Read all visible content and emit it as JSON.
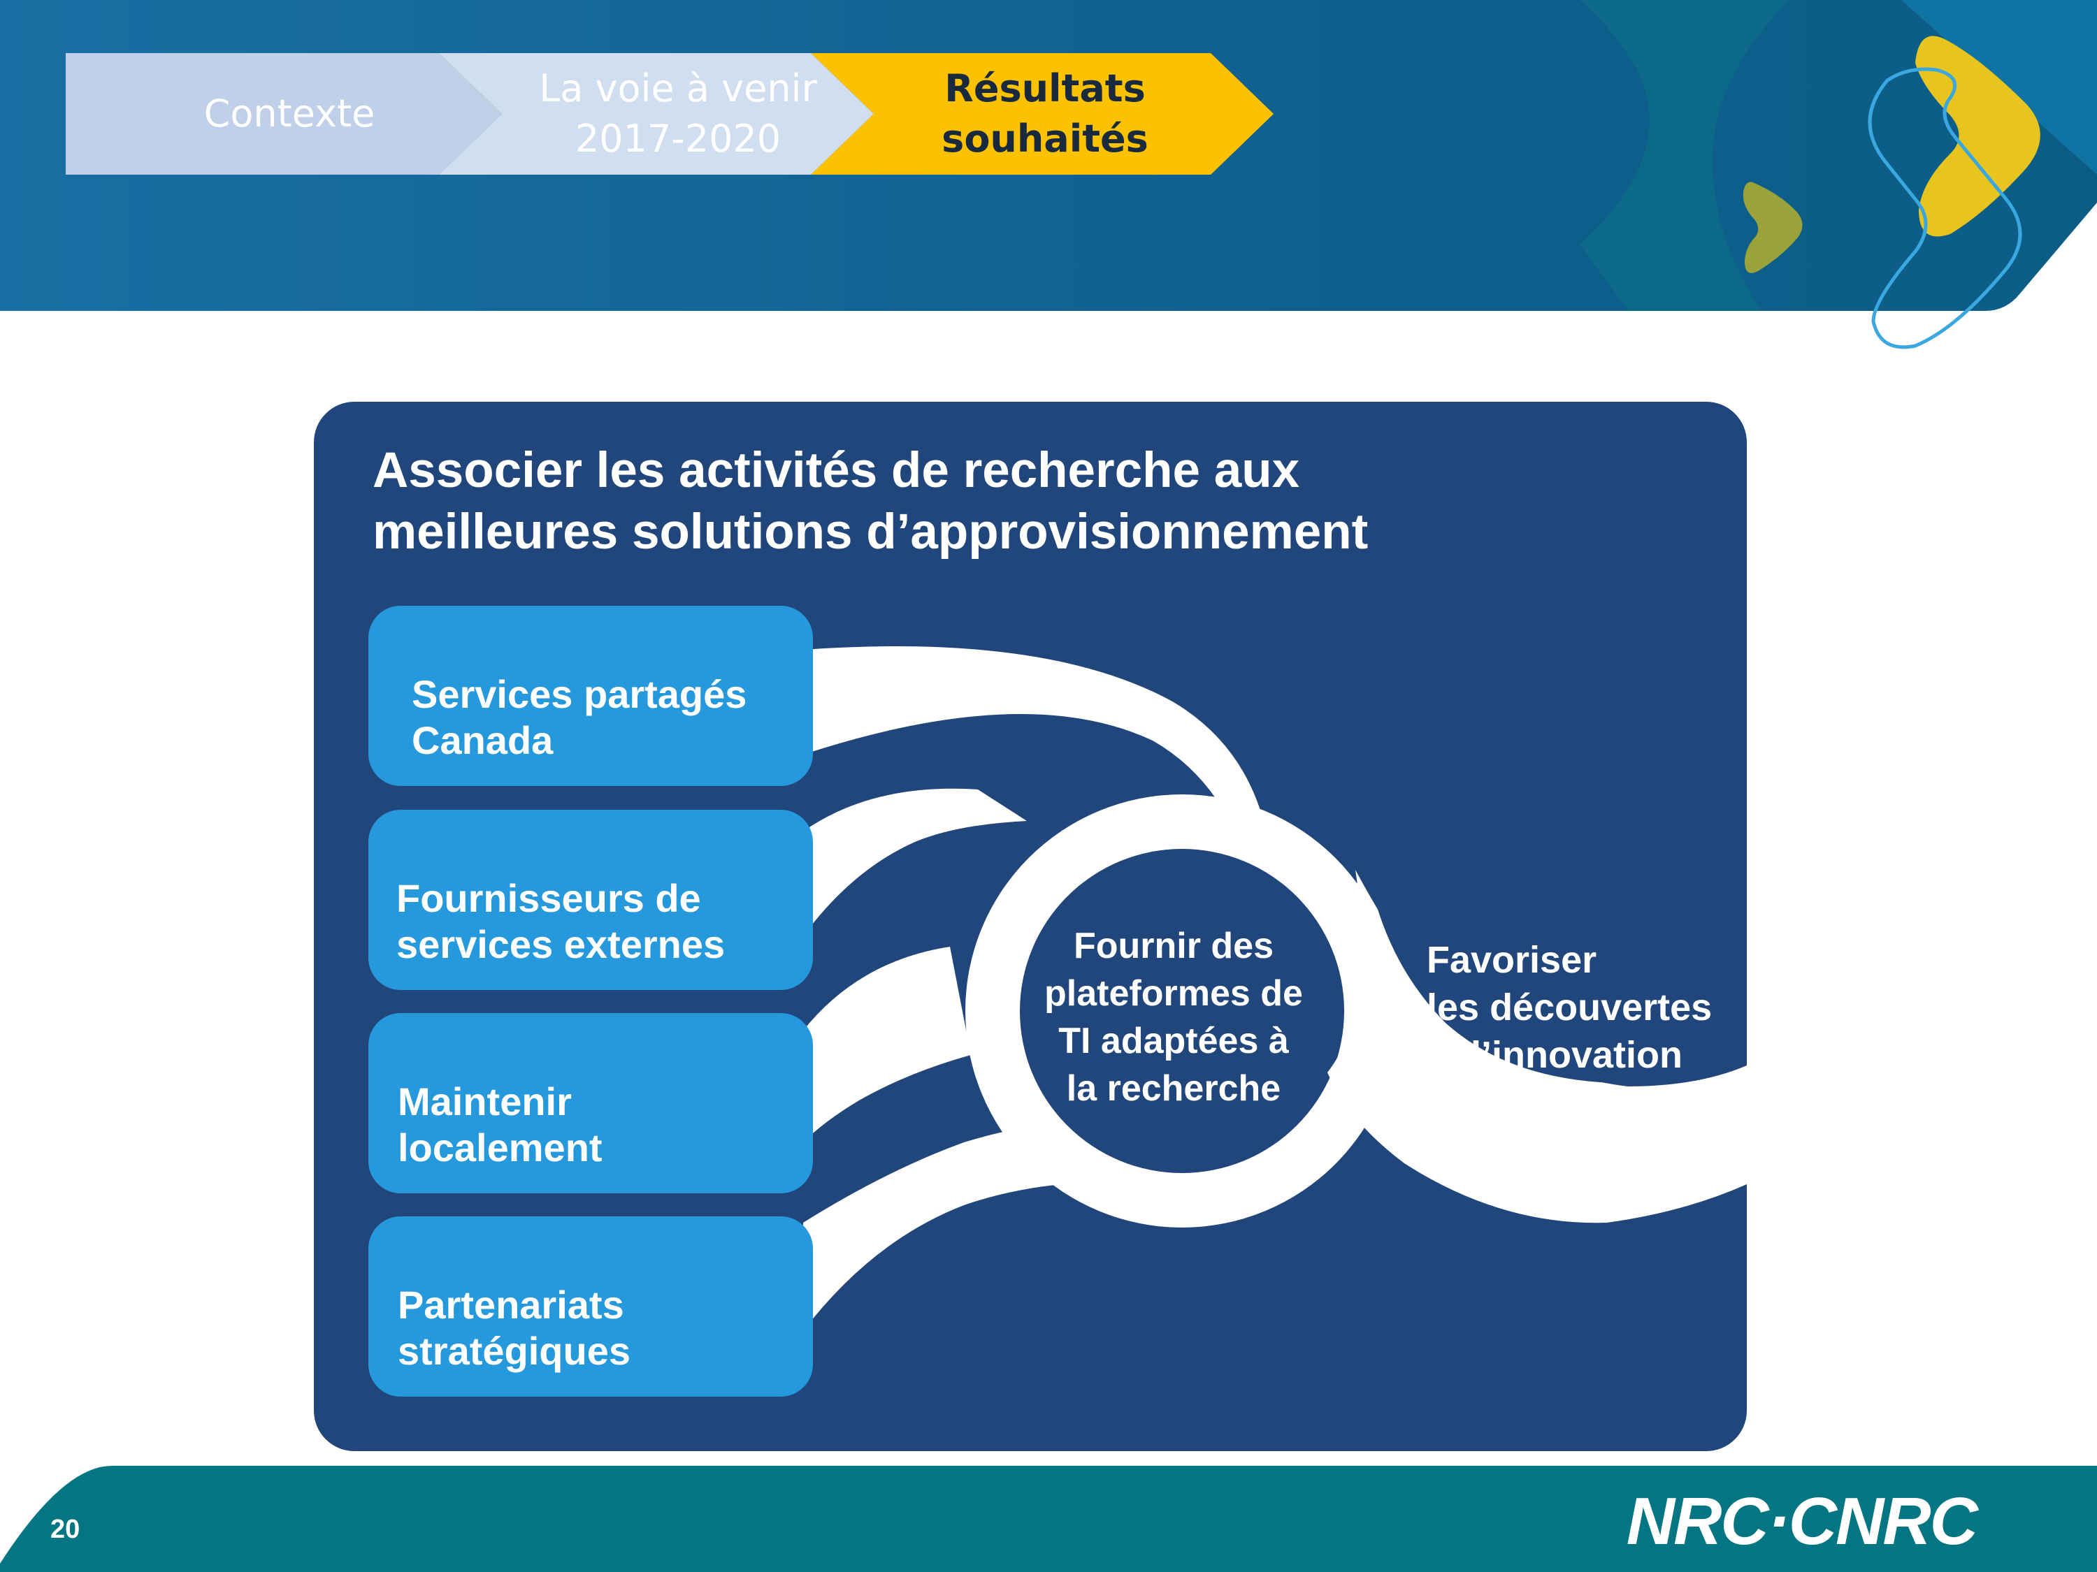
{
  "colors": {
    "header_blue": "#0e6496",
    "step_inactive": "#c9d7eb",
    "step_active": "#fcc200",
    "panel_navy": "#21467b",
    "box_blue": "#2699dc",
    "footer_teal": "#037583",
    "accent_yellow": "#e8c51e",
    "accent_olive": "#9aa33b"
  },
  "breadcrumb": {
    "steps": [
      {
        "label": "Contexte"
      },
      {
        "label": "La voie à venir\n2017-2020"
      },
      {
        "label": "Résultats\nsouhaités"
      }
    ]
  },
  "diagram": {
    "title": "Associer les activités de recherche aux\nmeilleures solutions d’approvisionnement",
    "sources": [
      {
        "label": "Services partagés\nCanada"
      },
      {
        "label": "Fournisseurs de\nservices externes"
      },
      {
        "label": "Maintenir\nlocalement"
      },
      {
        "label": "Partenariats\nstratégiques"
      }
    ],
    "hub": "Fournir des\nplateformes de\nTI adaptées à\nla recherche",
    "outcome": "Favoriser\nles découvertes\net l’innovation"
  },
  "footer": {
    "page_number": "20",
    "logo": "NRC·CNRC"
  }
}
